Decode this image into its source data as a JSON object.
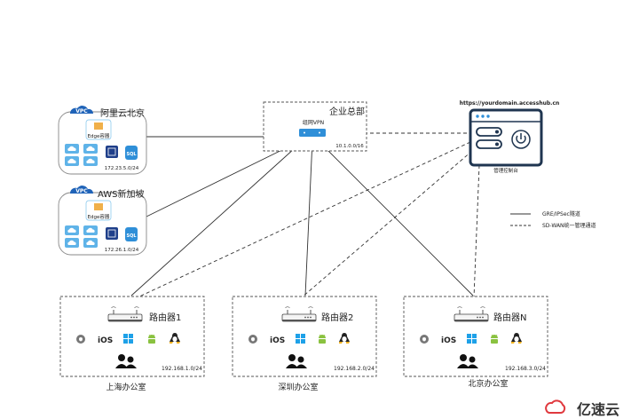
{
  "cloud_vpcs": [
    {
      "badge": "VPC",
      "name": "阿里云北京",
      "edge_label": "Edge容器",
      "sql_label": "SQL",
      "cidr": "172.23.5.0/24"
    },
    {
      "badge": "VPC",
      "name": "AWS新加坡",
      "edge_label": "Edge容器",
      "sql_label": "SQL",
      "cidr": "172.26.1.0/24"
    }
  ],
  "hq": {
    "title": "企业总部",
    "device_label": "组网VPN",
    "cidr": "10.1.0.0/16"
  },
  "console": {
    "url": "https://yourdomain.accesshub.cn",
    "label": "管理控制台"
  },
  "legend": {
    "solid": "GRE/IPSec隧道",
    "dashed": "SD-WAN统一管理通道"
  },
  "offices": [
    {
      "name": "上海办公室",
      "router": "路由器1",
      "cidr": "192.168.1.0/24"
    },
    {
      "name": "深圳办公室",
      "router": "路由器2",
      "cidr": "192.168.2.0/24"
    },
    {
      "name": "北京办公室",
      "router": "路由器N",
      "cidr": "192.168.3.0/24"
    }
  ],
  "os_ios_label": "iOS",
  "watermark": "亿速云",
  "colors": {
    "vpc_blue": "#1f63b8",
    "frame": "#7a7a7a",
    "line": "#333333",
    "icon_blue": "#2f8fd8",
    "android": "#8ac240",
    "windows": "#1ea1e8",
    "navy": "#1f3550"
  }
}
